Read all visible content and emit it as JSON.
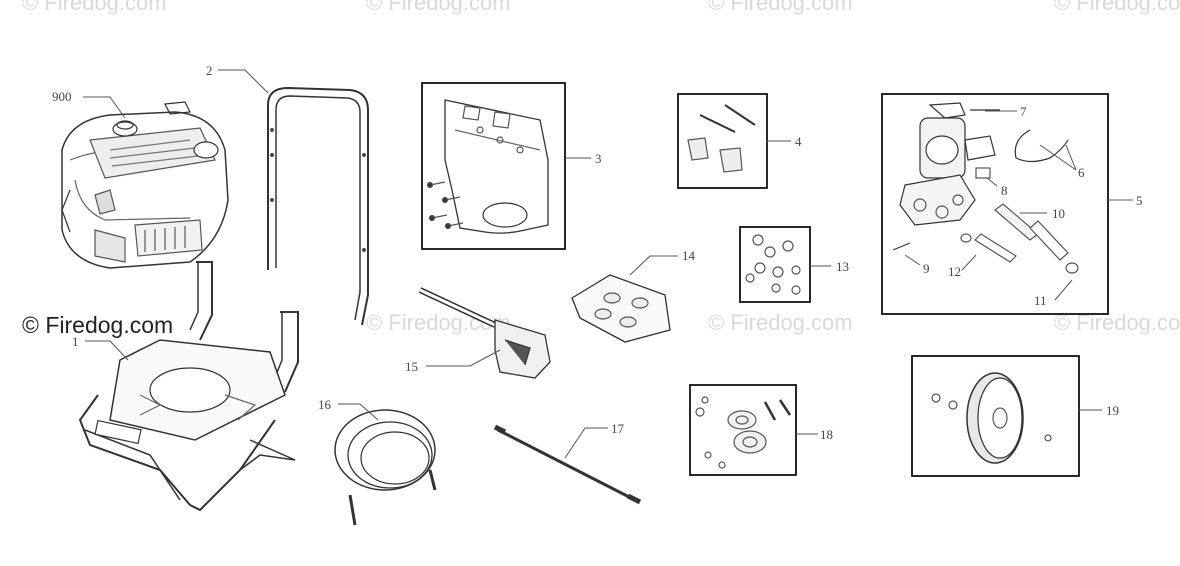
{
  "watermarks": {
    "text": "© Firedog.com",
    "color": "#d9d9d9",
    "main_color": "#222222"
  },
  "diagram": {
    "line_color": "#555555",
    "label_color": "#444444",
    "box_border": "#111111",
    "parts": [
      {
        "id": "part-900",
        "label": "900",
        "name": "engine"
      },
      {
        "id": "part-1",
        "label": "1",
        "name": "frame"
      },
      {
        "id": "part-2",
        "label": "2",
        "name": "handle"
      },
      {
        "id": "part-3",
        "label": "3",
        "name": "bracket kit"
      },
      {
        "id": "part-4",
        "label": "4",
        "name": "hardware kit"
      },
      {
        "id": "part-5",
        "label": "5",
        "name": "pump assembly"
      },
      {
        "id": "part-6",
        "label": "6",
        "name": "pump hose"
      },
      {
        "id": "part-7",
        "label": "7",
        "name": "pin"
      },
      {
        "id": "part-8",
        "label": "8",
        "name": "fitting"
      },
      {
        "id": "part-9",
        "label": "9",
        "name": "valve"
      },
      {
        "id": "part-10",
        "label": "10",
        "name": "injector"
      },
      {
        "id": "part-11",
        "label": "11",
        "name": "o-ring"
      },
      {
        "id": "part-12",
        "label": "12",
        "name": "adapter"
      },
      {
        "id": "part-13",
        "label": "13",
        "name": "nut and bolt kit"
      },
      {
        "id": "part-14",
        "label": "14",
        "name": "nozzle bag"
      },
      {
        "id": "part-15",
        "label": "15",
        "name": "spray gun"
      },
      {
        "id": "part-16",
        "label": "16",
        "name": "high pressure hose"
      },
      {
        "id": "part-17",
        "label": "17",
        "name": "spray wand"
      },
      {
        "id": "part-18",
        "label": "18",
        "name": "wheel hardware kit"
      },
      {
        "id": "part-19",
        "label": "19",
        "name": "wheel"
      }
    ]
  }
}
